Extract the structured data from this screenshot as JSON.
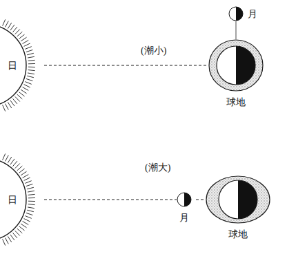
{
  "diagram": {
    "nodes": [
      {
        "text": [
          "日"
        ]
      },
      {
        "text": [
          "月"
        ]
      },
      {
        "text": [
          "球地"
        ]
      },
      {
        "text": [
          "日"
        ]
      },
      {
        "text": [
          "月"
        ]
      },
      {
        "text": [
          "球地"
        ]
      }
    ],
    "edges": [
      {
        "from": 0,
        "to": 2,
        "arrow": "none"
      },
      {
        "from": 1,
        "to": 2,
        "arrow": "none"
      },
      {
        "from": 3,
        "to": 4,
        "arrow": "none"
      },
      {
        "from": 4,
        "to": 5,
        "arrow": "none"
      }
    ],
    "labels": [
      "(潮小)",
      "(潮大)"
    ]
  }
}
